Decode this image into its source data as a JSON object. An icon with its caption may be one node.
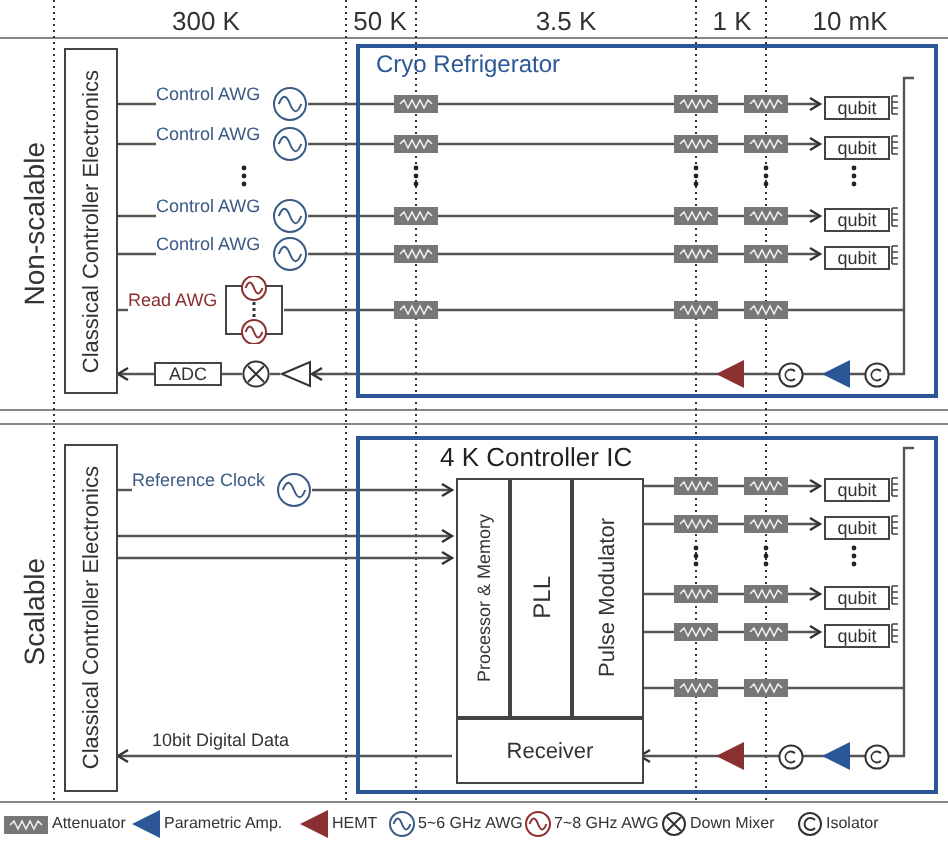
{
  "diagram": {
    "nodes": [
      {
        "text": [
          "Classical Controller Electronics"
        ]
      },
      {
        "text": [
          "Cryo Refrigerator"
        ]
      },
      {
        "text": [
          "Control AWG"
        ]
      },
      {
        "text": [
          "Control AWG"
        ]
      },
      {
        "text": [
          "Control AWG"
        ]
      },
      {
        "text": [
          "Control AWG"
        ]
      },
      {
        "text": [
          "Read AWG"
        ]
      },
      {
        "text": [
          "ADC"
        ]
      },
      {
        "text": [],
        "shape": "circle"
      },
      {
        "text": [],
        "shape": "triangle"
      },
      {
        "text": [
          "qubit"
        ],
        "in": 1
      },
      {
        "text": [
          "qubit"
        ],
        "in": 1
      },
      {
        "text": [
          "qubit"
        ],
        "in": 1
      },
      {
        "text": [
          "qubit"
        ],
        "in": 1
      },
      {
        "text": [
          "Classical Controller Electronics"
        ]
      },
      {
        "text": [
          "4 K Controller IC"
        ]
      },
      {
        "text": [
          "Reference Clock"
        ]
      },
      {
        "text": [
          "Processor & Memory"
        ],
        "in": 15
      },
      {
        "text": [
          "PLL"
        ],
        "in": 15
      },
      {
        "text": [
          "Pulse Modulator"
        ],
        "in": 15
      },
      {
        "text": [
          "Receiver"
        ],
        "in": 15
      },
      {
        "text": [
          "qubit"
        ],
        "in": 15
      },
      {
        "text": [
          "qubit"
        ],
        "in": 15
      },
      {
        "text": [
          "qubit"
        ],
        "in": 15
      },
      {
        "text": [
          "qubit"
        ],
        "in": 15
      }
    ],
    "edges": [
      {
        "from": 0,
        "to": 2,
        "arrow": "none"
      },
      {
        "from": 0,
        "to": 3,
        "arrow": "none"
      },
      {
        "from": 0,
        "to": 4,
        "arrow": "none"
      },
      {
        "from": 0,
        "to": 5,
        "arrow": "none"
      },
      {
        "from": 0,
        "to": 6,
        "arrow": "none"
      },
      {
        "from": 2,
        "to": 10,
        "arrow": "to"
      },
      {
        "from": 3,
        "to": 11,
        "arrow": "to"
      },
      {
        "from": 4,
        "to": 12,
        "arrow": "to"
      },
      {
        "from": 5,
        "to": 13,
        "arrow": "to"
      },
      {
        "from": 6,
        "to": 9,
        "arrow": "to"
      },
      {
        "from": 9,
        "to": 8,
        "arrow": "none"
      },
      {
        "from": 8,
        "to": 7,
        "arrow": "none"
      },
      {
        "from": 7,
        "to": 0,
        "arrow": "to"
      },
      {
        "from": 14,
        "to": 16,
        "arrow": "none"
      },
      {
        "from": 16,
        "to": 17,
        "arrow": "to"
      },
      {
        "from": 14,
        "to": 17,
        "arrow": "to"
      },
      {
        "from": 14,
        "to": 17,
        "arrow": "to"
      },
      {
        "from": 20,
        "to": 14,
        "arrow": "to",
        "label": "10bit Digital Data"
      },
      {
        "from": 19,
        "to": 21,
        "arrow": "to"
      },
      {
        "from": 19,
        "to": 22,
        "arrow": "to"
      },
      {
        "from": 19,
        "to": 23,
        "arrow": "to"
      },
      {
        "from": 19,
        "to": 24,
        "arrow": "to"
      },
      {
        "from": 19,
        "to": 20,
        "arrow": "to"
      }
    ],
    "labels": [
      "300 K",
      "50 K",
      "3.5 K",
      "1 K",
      "10 mK",
      "Non-scalable",
      "Scalable"
    ],
    "legend": [
      {
        "text": "Attenuator"
      },
      {
        "text": "Parametric Amp."
      },
      {
        "text": "HEMT"
      },
      {
        "text": "5~6 GHz AWG"
      },
      {
        "text": "7~8 GHz AWG"
      },
      {
        "text": "Down Mixer"
      },
      {
        "text": "Isolator"
      }
    ]
  }
}
